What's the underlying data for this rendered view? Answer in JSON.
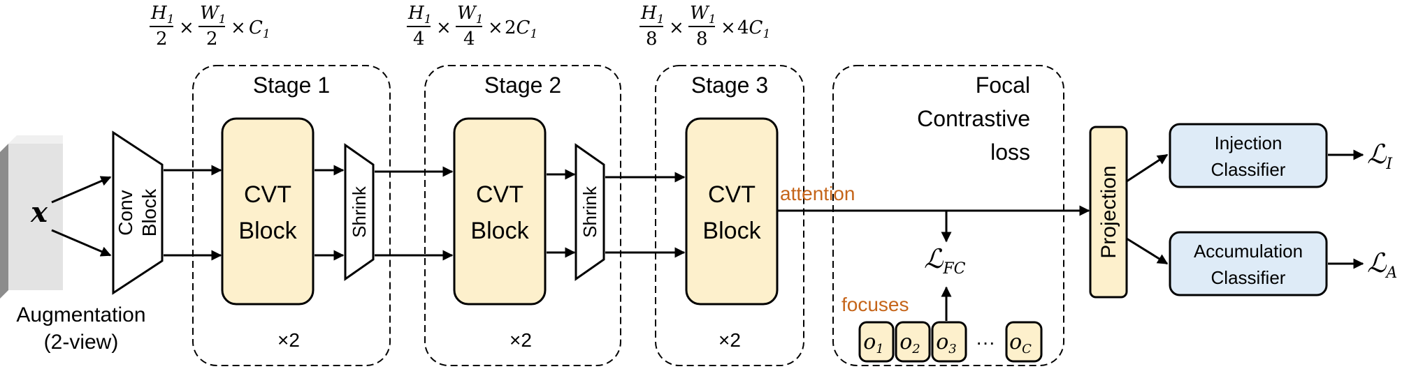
{
  "colors": {
    "block_fill": "#fdf0cc",
    "classifier_fill": "#deebf7",
    "accent_text": "#c5651a",
    "stroke": "#000000"
  },
  "dims": {
    "stage1": [
      "H",
      "1",
      "2",
      "W",
      "1",
      "2",
      "C",
      "1",
      ""
    ],
    "stage2": [
      "H",
      "1",
      "4",
      "W",
      "1",
      "4",
      "C",
      "1",
      "2"
    ],
    "stage3": [
      "H",
      "1",
      "8",
      "W",
      "1",
      "8",
      "C",
      "1",
      "4"
    ]
  },
  "input": {
    "symbol": "x",
    "caption_line1": "Augmentation",
    "caption_line2": "(2-view)"
  },
  "conv_block": {
    "line1": "Conv",
    "line2": "Block"
  },
  "stages": [
    {
      "title": "Stage 1",
      "block_line1": "CVT",
      "block_line2": "Block",
      "repeat": "×2"
    },
    {
      "title": "Stage 2",
      "block_line1": "CVT",
      "block_line2": "Block",
      "repeat": "×2"
    },
    {
      "title": "Stage 3",
      "block_line1": "CVT",
      "block_line2": "Block",
      "repeat": "×2"
    }
  ],
  "shrink_label": "Shrink",
  "attention_label": "attention",
  "focal": {
    "title_line1": "Focal",
    "title_line2": "Contrastive",
    "title_line3": "loss",
    "loss_symbol": "ℒ",
    "loss_sub": "FC",
    "focuses_label": "focuses",
    "focus_items": [
      {
        "base": "o",
        "sub": "1"
      },
      {
        "base": "o",
        "sub": "2"
      },
      {
        "base": "o",
        "sub": "3"
      },
      {
        "base": "o",
        "sub": "C"
      }
    ],
    "ellipsis": "···"
  },
  "projection_label": "Projection",
  "classifiers": [
    {
      "line1": "Injection",
      "line2": "Classifier",
      "loss_symbol": "ℒ",
      "loss_sub": "I"
    },
    {
      "line1": "Accumulation",
      "line2": "Classifier",
      "loss_symbol": "ℒ",
      "loss_sub": "A"
    }
  ]
}
